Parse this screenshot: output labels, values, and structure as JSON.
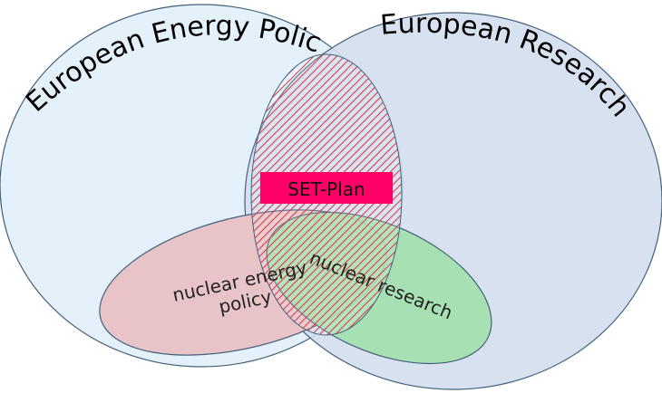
{
  "sets": {
    "energy_policy": {
      "label": "European Energy Policy",
      "fill": "#e4f1fb"
    },
    "research": {
      "label": "European Research",
      "fill": "#d3deee"
    },
    "nuclear_policy": {
      "label_line1": "nuclear energy",
      "label_line2": "policy",
      "fill": "#e8c4c8"
    },
    "nuclear_research": {
      "label": "nuclear research",
      "fill": "#9fe0a8"
    }
  },
  "set_plan": {
    "label": "SET-Plan",
    "fill": "#ff0066",
    "hatch": "#d04050"
  }
}
